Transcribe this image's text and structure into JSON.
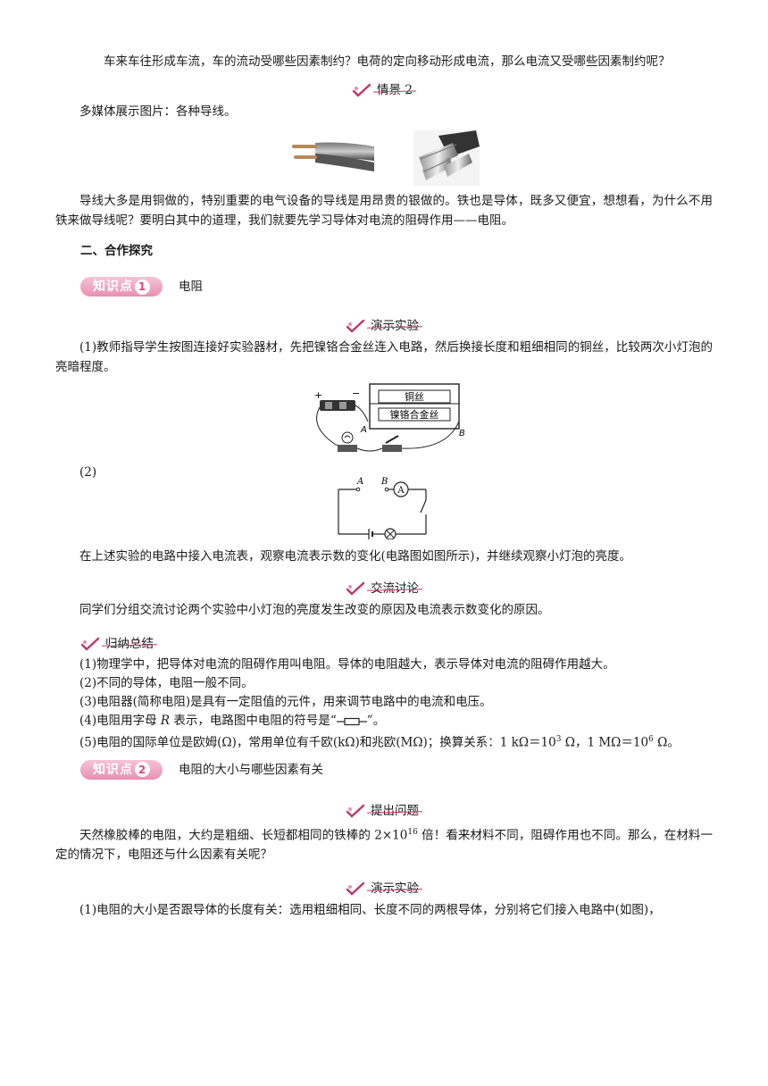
{
  "intro": {
    "p1": "车来车往形成车流，车的流动受哪些因素制约？电荷的定向移动形成电流，那么电流又受哪些因素制约呢？"
  },
  "scene2": {
    "tag": "情景 2",
    "text": "多媒体展示图片：各种导线。",
    "p2": "导线大多是用铜做的，特别重要的电气设备的导线是用昂贵的银做的。铁也是导体，既多又便宜，想想看，为什么不用铁来做导线呢？要明白其中的道理，我们就要先学习导体对电流的阻碍作用——电阻。"
  },
  "section2": {
    "title": "二、合作探究"
  },
  "kp1": {
    "badge": "知识点",
    "num": "1",
    "title": "电阻",
    "demo_tag": "演示实验",
    "demo_text": "(1)教师指导学生按图连接好实验器材，先把镍铬合金丝连入电路，然后换接长度和粗细相同的铜丝，比较两次小灯泡的亮暗程度。",
    "fig1": {
      "wire1": "铜丝",
      "wire2": "镍铬合金丝",
      "point_a": "A",
      "point_b": "B",
      "plus": "+",
      "minus": "−"
    },
    "step2": "(2)",
    "fig2": {
      "point_a": "A",
      "point_b": "B",
      "meter": "A"
    },
    "step2_text": "在上述实验的电路中接入电流表，观察电流表示数的变化(电路图如图所示)，并继续观察小灯泡的亮度。",
    "discuss_tag": "交流讨论",
    "discuss_text": "同学们分组交流讨论两个实验中小灯泡的亮度发生改变的原因及电流表示数变化的原因。",
    "summary_tag": "归纳总结",
    "s1": "(1)物理学中，把导体对电流的阻碍作用叫电阻。导体的电阻越大，表示导体对电流的阻碍作用越大。",
    "s2": "(2)不同的导体，电阻一般不同。",
    "s3": "(3)电阻器(简称电阻)是具有一定阻值的元件，用来调节电路中的电流和电压。",
    "s4_a": "(4)电阻用字母 ",
    "s4_r": "R",
    "s4_b": " 表示，电路图中电阻的符号是“",
    "s4_c": "”。",
    "s5_a": "(5)电阻的国际单位是欧姆(Ω)，常用单位有千欧(kΩ)和兆欧(MΩ)；换算关系：1 kΩ＝10",
    "s5_exp1": "3",
    "s5_b": " Ω，1 MΩ＝10",
    "s5_exp2": "6",
    "s5_c": " Ω。"
  },
  "kp2": {
    "badge": "知识点",
    "num": "2",
    "title": "电阻的大小与哪些因素有关",
    "question_tag": "提出问题",
    "q_a": "天然橡胶棒的电阻，大约是粗细、长短都相同的铁棒的 2×10",
    "q_exp": "16",
    "q_b": " 倍！看来材料不同，阻碍作用也不同。那么，在材料一定的情况下，电阻还与什么因素有关呢？",
    "demo_tag": "演示实验",
    "demo_text": "(1)电阻的大小是否跟导体的长度有关：选用粗细相同、长度不同的两根导体，分别将它们接入电路中(如图)，"
  }
}
